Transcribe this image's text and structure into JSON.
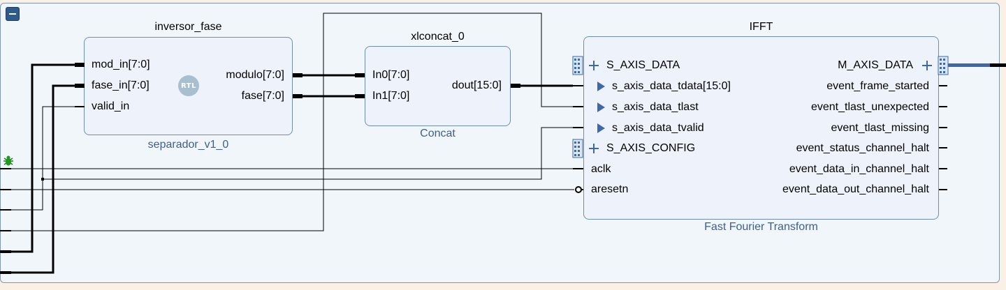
{
  "colors": {
    "background": "#faf0e6",
    "canvas": "#f0f6fa",
    "block_fill": "#eef3fb",
    "block_border": "#6f8dac",
    "wire": "#000000",
    "bus_highlight": "#3d6aa6",
    "ip_name_text": "#3d5f8f"
  },
  "icons": {
    "collapse": "minus-icon",
    "debug": "bug-icon",
    "rtl": "rtl-badge-icon",
    "interface": "bus-interface-icon"
  },
  "blocks": {
    "separador": {
      "instance": "inversor_fase",
      "ip_name": "separador_v1_0",
      "badge": "RTL",
      "inputs": [
        "mod_in[7:0]",
        "fase_in[7:0]",
        "valid_in"
      ],
      "outputs": [
        "modulo[7:0]",
        "fase[7:0]"
      ]
    },
    "concat": {
      "instance": "xlconcat_0",
      "ip_name": "Concat",
      "inputs": [
        "In0[7:0]",
        "In1[7:0]"
      ],
      "outputs": [
        "dout[15:0]"
      ]
    },
    "fft": {
      "instance": "IFFT",
      "ip_name": "Fast Fourier Transform",
      "interface_in": "S_AXIS_DATA",
      "data_inputs": [
        "s_axis_data_tdata[15:0]",
        "s_axis_data_tlast",
        "s_axis_data_tvalid"
      ],
      "config_in": "S_AXIS_CONFIG",
      "clk": "aclk",
      "reset": "aresetn",
      "interface_out": "M_AXIS_DATA",
      "outputs": [
        "event_frame_started",
        "event_tlast_unexpected",
        "event_tlast_missing",
        "event_status_channel_halt",
        "event_data_in_channel_halt",
        "event_data_out_channel_halt"
      ]
    }
  }
}
